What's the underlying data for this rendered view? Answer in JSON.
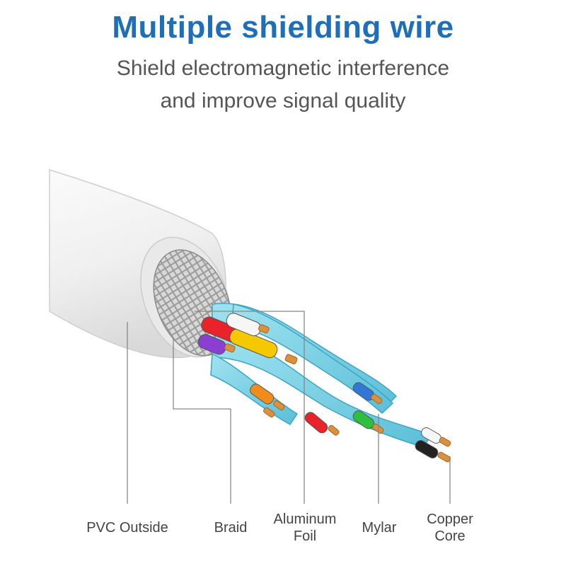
{
  "header": {
    "title": "Multiple shielding wire",
    "subtitle_line1": "Shield electromagnetic interference",
    "subtitle_line2": "and improve signal quality"
  },
  "labels": {
    "pvc_outside": "PVC Outside",
    "braid": "Braid",
    "aluminum_foil": "Aluminum\nFoil",
    "mylar": "Mylar",
    "copper_core": "Copper\nCore"
  },
  "colors": {
    "title": "#1f6fb8",
    "subtitle": "#555555",
    "pvc_jacket": "#f2f2f2",
    "foil_shield": "#7fd3e6",
    "copper": "#d9903f",
    "leader_line": "#888888",
    "wire_red": "#e8232a",
    "wire_yellow": "#f5c800",
    "wire_purple": "#8a3fd1",
    "wire_orange": "#f08c1c",
    "wire_blue": "#2f78d8",
    "wire_green": "#2fbf3f",
    "wire_black": "#222222",
    "wire_white": "#f6f6f6"
  }
}
